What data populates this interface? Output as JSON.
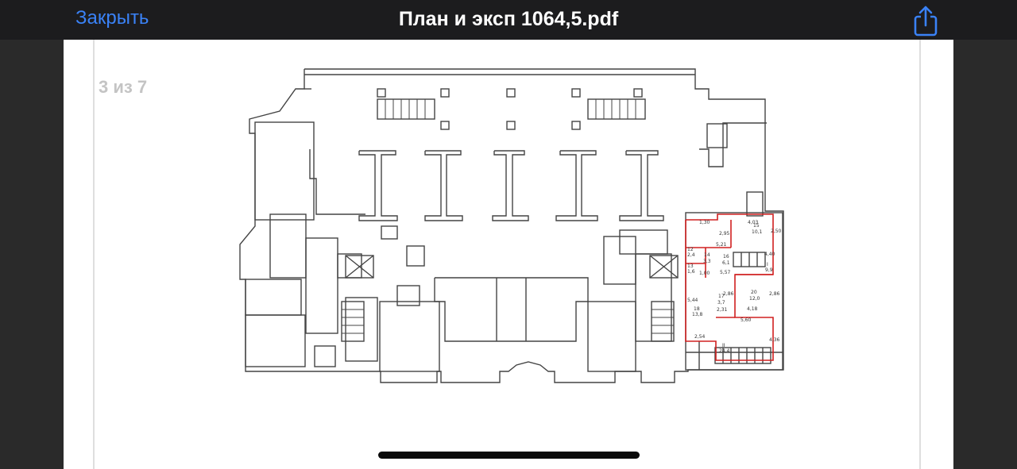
{
  "header": {
    "close_label": "Закрыть",
    "title": "План и эксп 1064,5.pdf",
    "share_icon": "share-icon"
  },
  "viewer": {
    "page_indicator": "3 из 7"
  },
  "plan": {
    "room_labels": [
      {
        "id": "r15",
        "text": "15\n10,1"
      },
      {
        "id": "r16",
        "text": "16\n6,1"
      },
      {
        "id": "r14",
        "text": "14\n3,3"
      },
      {
        "id": "r12",
        "text": "12\n2,4"
      },
      {
        "id": "r13",
        "text": "13\n1,6"
      },
      {
        "id": "r17",
        "text": "17\n3,7"
      },
      {
        "id": "r20",
        "text": "20\n12,0"
      },
      {
        "id": "r18",
        "text": "18\n13,8"
      },
      {
        "id": "rII",
        "text": "II\n24,4"
      },
      {
        "id": "rI",
        "text": "I\n9,9"
      }
    ],
    "dimensions": [
      "4,03",
      "2,50",
      "1,30",
      "2,95",
      "5,21",
      "4,40",
      "5,57",
      "1,00",
      "2,86",
      "2,86",
      "4,18",
      "5,44",
      "5,60",
      "2,31",
      "2,54",
      "4,36"
    ]
  },
  "colors": {
    "accent": "#3a82f7",
    "highlight": "#d02020"
  }
}
